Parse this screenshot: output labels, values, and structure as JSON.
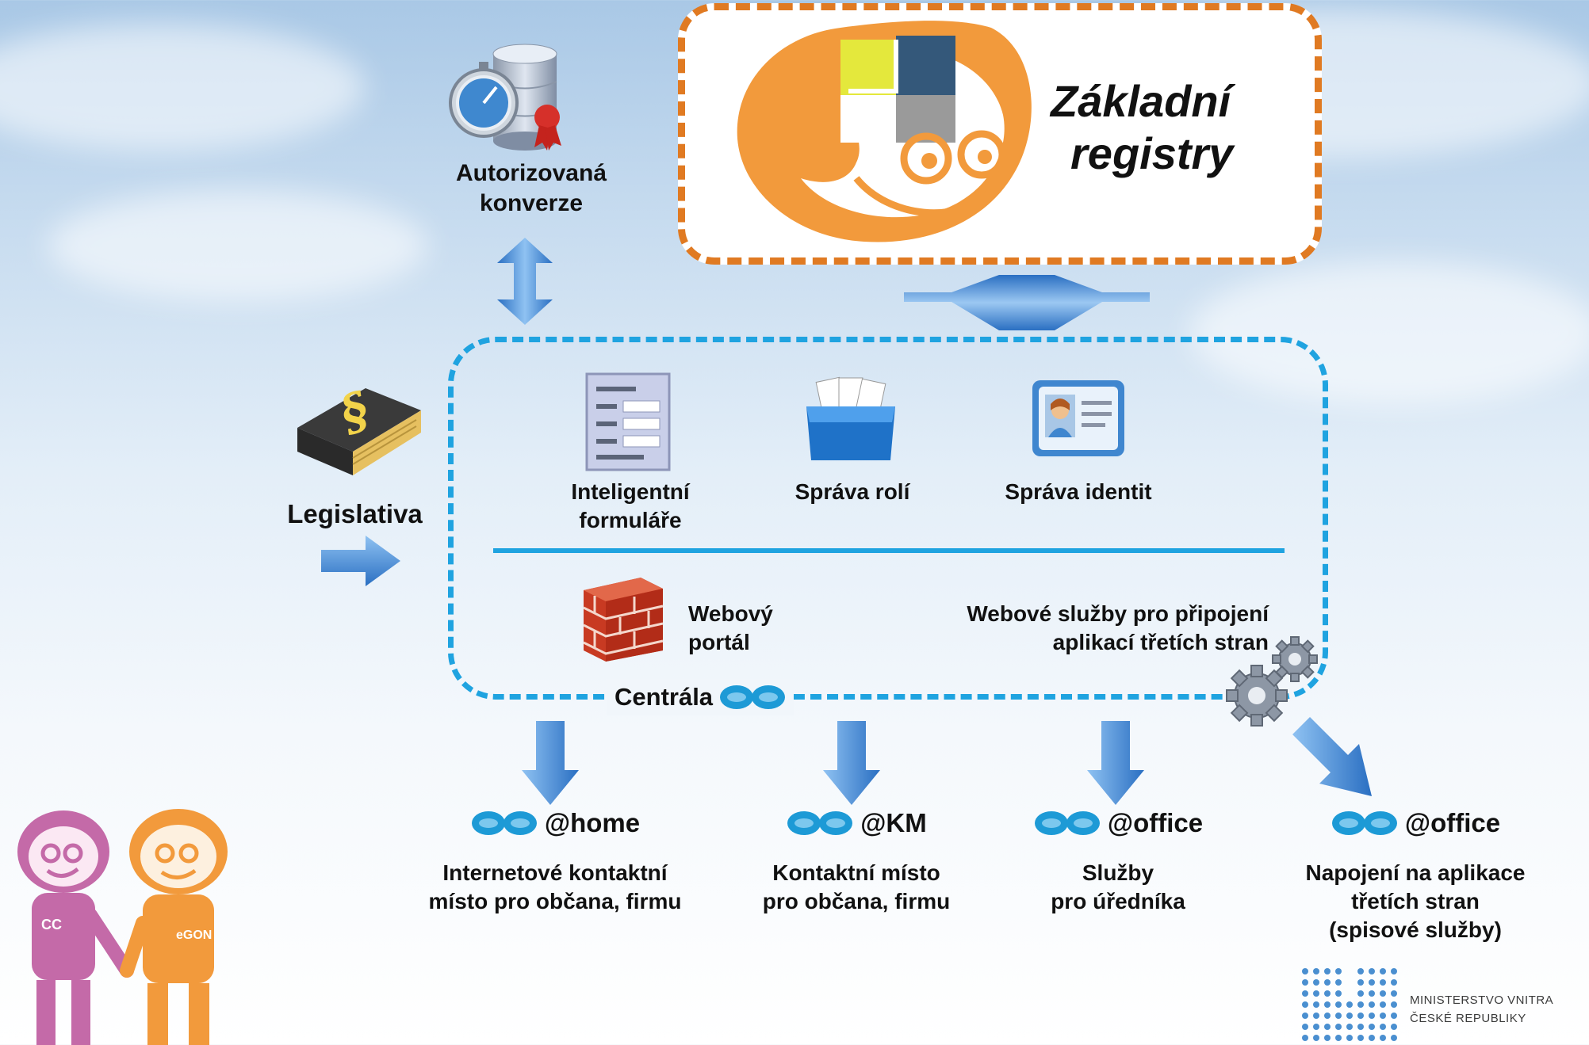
{
  "top": {
    "autorizovana_line1": "Autorizovaná",
    "autorizovana_line2": "konverze",
    "zakladni_line1": "Základní",
    "zakladni_line2": "registry"
  },
  "legislativa": "Legislativa",
  "central": {
    "forms_line1": "Inteligentní",
    "forms_line2": "formuláře",
    "roles": "Správa rolí",
    "identities": "Správa identit",
    "portal_line1": "Webový",
    "portal_line2": "portál",
    "ws_line1": "Webové služby pro připojení",
    "ws_line2": "aplikací třetích stran",
    "centrala": "Centrála"
  },
  "channels": [
    {
      "title": "@home",
      "line1": "Internetové kontaktní",
      "line2": "místo pro občana, firmu",
      "line3": ""
    },
    {
      "title": "@KM",
      "line1": "Kontaktní místo",
      "line2": "pro občana, firmu",
      "line3": ""
    },
    {
      "title": "@office",
      "line1": "Služby",
      "line2": "pro úředníka",
      "line3": ""
    },
    {
      "title": "@office",
      "line1": "Napojení na aplikace",
      "line2": "třetích stran",
      "line3": "(spisové služby)"
    }
  ],
  "characters": {
    "left_badge": "CC",
    "right_badge": "eGON"
  },
  "ministry": {
    "line1": "MINISTERSTVO VNITRA",
    "line2": "ČESKÉ REPUBLIKY"
  },
  "colors": {
    "orange_dashed": "#e07a22",
    "blue_dashed": "#1fa3e0",
    "arrow_blue": "#3d86d8",
    "face_orange": "#f29a3c"
  }
}
